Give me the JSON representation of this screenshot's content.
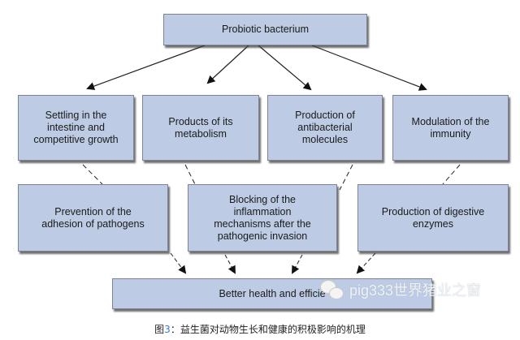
{
  "diagram": {
    "root": {
      "label": "Probiotic bacterium"
    },
    "mechanisms": [
      {
        "label": "Settling in the\nintestine and\ncompetitive growth"
      },
      {
        "label": "Products of its\nmetabolism"
      },
      {
        "label": "Production of\nantibacterial\nmolecules"
      },
      {
        "label": "Modulation of the\nimmunity"
      }
    ],
    "effects": [
      {
        "label": "Prevention of the\nadhesion of pathogens"
      },
      {
        "label": "Blocking of the\ninflammation\nmechanisms after the\npathogenic invasion"
      },
      {
        "label": "Production of digestive\nenzymes"
      }
    ],
    "outcome": {
      "label": "Better health and efficie"
    },
    "edges": {
      "solid_arrows": [
        {
          "from": "root",
          "to": "mechanisms.0"
        },
        {
          "from": "root",
          "to": "mechanisms.1"
        },
        {
          "from": "root",
          "to": "mechanisms.2"
        },
        {
          "from": "root",
          "to": "mechanisms.3"
        }
      ],
      "dashed_lines": [
        {
          "from": "mechanisms.0",
          "to": "effects.0"
        },
        {
          "from": "mechanisms.1",
          "to": "effects.1"
        },
        {
          "from": "mechanisms.2",
          "to": "effects.1"
        },
        {
          "from": "mechanisms.3",
          "to": "effects.2"
        }
      ],
      "dashed_arrows": [
        {
          "from": "effects.0",
          "to": "outcome"
        },
        {
          "from": "effects.1",
          "to": "outcome"
        },
        {
          "from": "effects.1",
          "to": "outcome"
        },
        {
          "from": "effects.2",
          "to": "outcome"
        }
      ]
    },
    "colors": {
      "box_fill": "#bdcce4",
      "box_border": "#7a8598",
      "line": "#1a1a1a"
    }
  },
  "watermark": {
    "text": "pig333世界猪业之窗",
    "icon": "wechat-icon"
  },
  "caption": {
    "prefix": "图",
    "number": "3",
    "text": "：益生菌对动物生长和健康的积极影响的机理"
  }
}
